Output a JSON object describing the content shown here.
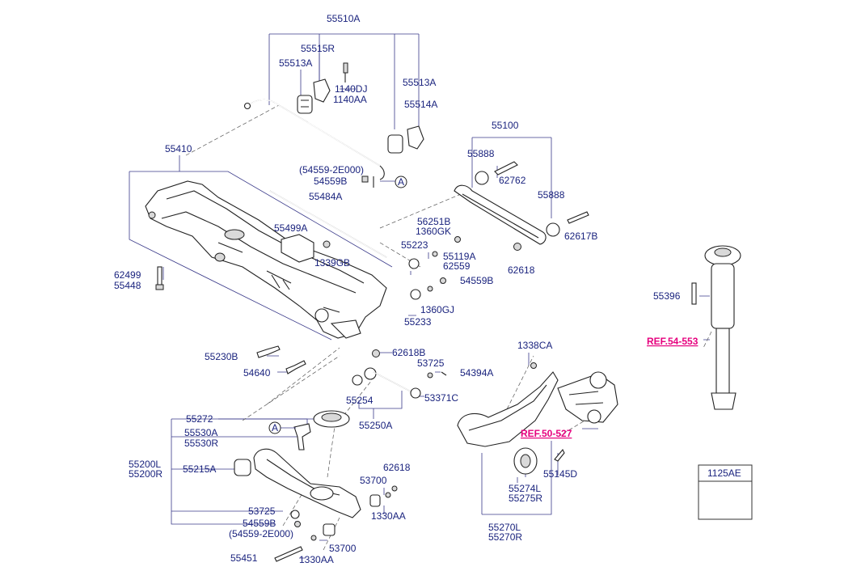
{
  "labels": {
    "l55510A": "55510A",
    "l55515R": "55515R",
    "l55513A_1": "55513A",
    "l1140DJ": "1140DJ",
    "l1140AA": "1140AA",
    "l55513A_2": "55513A",
    "l55514A": "55514A",
    "l55410": "55410",
    "l54559_2E000_top": "(54559-2E000)",
    "l54559B_top": "54559B",
    "l55484A": "55484A",
    "l55499A": "55499A",
    "l1339GB": "1339GB",
    "l62499": "62499",
    "l55448": "55448",
    "l55100": "55100",
    "l55888_1": "55888",
    "l62762": "62762",
    "l55888_2": "55888",
    "l62617B": "62617B",
    "l56251B": "56251B",
    "l1360GK": "1360GK",
    "l55223": "55223",
    "l55119A": "55119A",
    "l62559": "62559",
    "l62618_top": "62618",
    "l54559B_mid": "54559B",
    "l1360GJ": "1360GJ",
    "l55233": "55233",
    "l55396": "55396",
    "l62618B": "62618B",
    "l55230B": "55230B",
    "l53725_mid": "53725",
    "l54394A": "54394A",
    "l1338CA": "1338CA",
    "l54640": "54640",
    "l53371C": "53371C",
    "l55254": "55254",
    "l55250A": "55250A",
    "l55272": "55272",
    "l55530A": "55530A",
    "l55530R": "55530R",
    "l55200L": "55200L",
    "l55200R": "55200R",
    "l55215A": "55215A",
    "l62618_bot": "62618",
    "l53700_1": "53700",
    "l1330AA_1": "1330AA",
    "l53725_bot": "53725",
    "l54559B_bot": "54559B",
    "l54559_2E000_bot": "(54559-2E000)",
    "l53700_2": "53700",
    "l55451": "55451",
    "l1330AA_2": "1330AA",
    "l55145D": "55145D",
    "l55274L": "55274L",
    "l55275R": "55275R",
    "l55270L": "55270L",
    "l55270R": "55270R",
    "l1125AE": "1125AE",
    "callout_a": "A"
  },
  "refs": {
    "ref_54_553": "REF.54-553",
    "ref_50_527": "REF.50-527"
  },
  "colors": {
    "label": "#1a237e",
    "ref": "#e6007e",
    "line": "#222222"
  }
}
